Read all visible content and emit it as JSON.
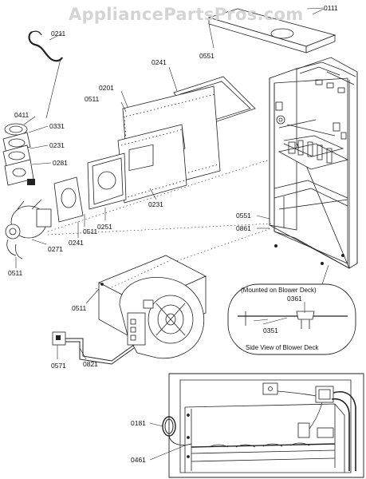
{
  "watermark": "AppliancePartsPros.com",
  "callout": {
    "mounted_note": "(Mounted on Blower Deck)",
    "side_view_caption": "Side View of Blower Deck"
  },
  "part_labels": {
    "p0111": "0111",
    "p0211": "0211",
    "p0551_top": "0551",
    "p0241_top": "0241",
    "p0201": "0201",
    "p0511_a": "0511",
    "p0411": "0411",
    "p0331": "0331",
    "p0231_left": "0231",
    "p0281": "0281",
    "p0231_mid": "0231",
    "p0251": "0251",
    "p0511_b": "0511",
    "p0241_low": "0241",
    "p0271": "0271",
    "p0511_c": "0511",
    "p0551_mid": "0551",
    "p0861": "0861",
    "p0511_d": "0511",
    "p0361": "0361",
    "p0351": "0351",
    "p0571": "0571",
    "p0821": "0821",
    "p0181": "0181",
    "p0461": "0461"
  }
}
